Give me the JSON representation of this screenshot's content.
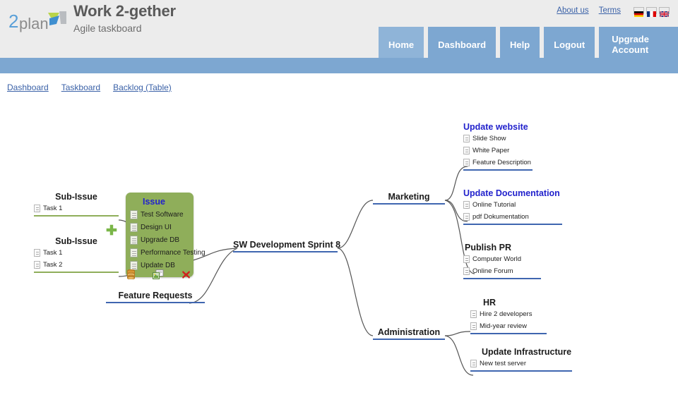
{
  "header": {
    "logo_name": "2plan-logo",
    "app_title": "Work 2-gether",
    "app_subtitle": "Agile taskboard",
    "top_links": [
      {
        "label": "About us",
        "name": "about-us-link"
      },
      {
        "label": "Terms",
        "name": "terms-link"
      }
    ],
    "flags": [
      {
        "name": "flag-de-icon",
        "title": "Deutsch"
      },
      {
        "name": "flag-fr-icon",
        "title": "Français"
      },
      {
        "name": "flag-en-icon",
        "title": "English"
      }
    ],
    "tabs": [
      {
        "label": "Home",
        "active": true
      },
      {
        "label": "Dashboard",
        "active": false
      },
      {
        "label": "Help",
        "active": false
      },
      {
        "label": "Logout",
        "active": false
      },
      {
        "label": "Upgrade Account",
        "active": false
      }
    ]
  },
  "breadcrumbs": [
    {
      "label": "Dashboard"
    },
    {
      "label": "Taskboard"
    },
    {
      "label": "Backlog (Table)"
    }
  ],
  "colors": {
    "nav_blue": "#7da7d1",
    "nav_blue_active": "#8fb4d8",
    "header_grey": "#ececec",
    "link_blue": "#3b62a8",
    "node_rule_blue": "#3f66b0",
    "node_rule_green": "#8fae5a",
    "selected_card_green": "#8fae5a",
    "node_title_link": "#2222cc",
    "wire_grey": "#555555",
    "plus_green": "#7ab648",
    "delete_red": "#d01f1f"
  },
  "mindmap": {
    "root": {
      "title": "SW Development Sprint 8"
    },
    "left_branches": [
      {
        "title": "Sub-Issue",
        "rule": "green",
        "tasks": [
          {
            "label": "Task 1"
          }
        ]
      },
      {
        "title": "Sub-Issue",
        "rule": "green",
        "tasks": [
          {
            "label": "Task 1"
          },
          {
            "label": "Task 2"
          }
        ]
      },
      {
        "title": "Feature Requests",
        "rule": "blue",
        "tasks": []
      }
    ],
    "selected_issue": {
      "title": "Issue",
      "tasks": [
        {
          "label": "Test Software"
        },
        {
          "label": "Design UI"
        },
        {
          "label": "Upgrade DB"
        },
        {
          "label": "Performance Testing"
        },
        {
          "label": "Update DB"
        }
      ],
      "add_icon": "plus-icon",
      "tools": [
        {
          "name": "stack-database-icon",
          "glyph": "☰"
        },
        {
          "name": "copy-duplicate-icon",
          "glyph": "⧉"
        },
        {
          "name": "delete-icon",
          "glyph": "✖"
        }
      ]
    },
    "right_branches": [
      {
        "title": "Marketing",
        "children": [
          {
            "title": "Update website",
            "link": true,
            "tasks": [
              {
                "label": "Slide Show"
              },
              {
                "label": "White Paper"
              },
              {
                "label": "Feature Description"
              }
            ]
          },
          {
            "title": "Update Documentation",
            "link": true,
            "tasks": [
              {
                "label": "Online Tutorial"
              },
              {
                "label": "pdf Dokumentation"
              }
            ]
          },
          {
            "title": "Publish PR",
            "link": false,
            "tasks": [
              {
                "label": "Computer World"
              },
              {
                "label": "Online Forum"
              }
            ]
          }
        ]
      },
      {
        "title": "Administration",
        "children": [
          {
            "title": "HR",
            "link": false,
            "tasks": [
              {
                "label": "Hire 2 developers"
              },
              {
                "label": "Mid-year review"
              }
            ]
          },
          {
            "title": "Update Infrastructure",
            "link": false,
            "tasks": [
              {
                "label": "New test server"
              }
            ]
          }
        ]
      }
    ]
  }
}
